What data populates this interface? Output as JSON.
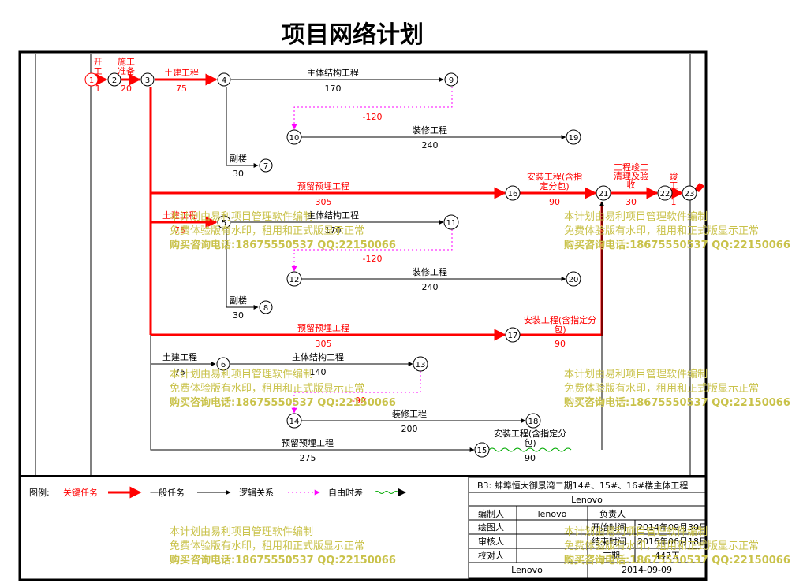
{
  "title": "项目网络计划",
  "colors": {
    "critical": "#ff0000",
    "normal": "#000000",
    "free": "#ff00ff",
    "watermark": "#c9c24a",
    "wavy": "#00aa00"
  },
  "nodes": [
    {
      "id": "n1",
      "label": "1"
    },
    {
      "id": "n2",
      "label": "2"
    },
    {
      "id": "n3",
      "label": "3"
    },
    {
      "id": "n4",
      "label": "4"
    },
    {
      "id": "n9",
      "label": "9"
    },
    {
      "id": "n10",
      "label": "10"
    },
    {
      "id": "n19",
      "label": "19"
    },
    {
      "id": "n7",
      "label": "7"
    },
    {
      "id": "n16",
      "label": "16"
    },
    {
      "id": "n21",
      "label": "21"
    },
    {
      "id": "n22",
      "label": "22"
    },
    {
      "id": "n23",
      "label": "23"
    },
    {
      "id": "n5",
      "label": "5"
    },
    {
      "id": "n11",
      "label": "11"
    },
    {
      "id": "n12",
      "label": "12"
    },
    {
      "id": "n20",
      "label": "20"
    },
    {
      "id": "n8",
      "label": "8"
    },
    {
      "id": "n17",
      "label": "17"
    },
    {
      "id": "n6",
      "label": "6"
    },
    {
      "id": "n13",
      "label": "13"
    },
    {
      "id": "n14",
      "label": "14"
    },
    {
      "id": "n18",
      "label": "18"
    },
    {
      "id": "n15",
      "label": "15"
    }
  ],
  "tasks": [
    {
      "id": "t1",
      "name": "开工",
      "duration": "1",
      "critical": true
    },
    {
      "id": "t2",
      "name": "施工准备",
      "duration": "20",
      "critical": true
    },
    {
      "id": "t3",
      "name": "土建工程",
      "duration": "75",
      "critical": true
    },
    {
      "id": "t4",
      "name": "主体结构工程",
      "duration": "170",
      "critical": false
    },
    {
      "id": "t5",
      "name": "装修工程",
      "duration": "240",
      "critical": false
    },
    {
      "id": "t6",
      "name": "副楼",
      "duration": "30",
      "critical": false
    },
    {
      "id": "t7",
      "name": "预留预埋工程",
      "duration": "305",
      "critical": true
    },
    {
      "id": "t8",
      "name": "安装工程(含指定分包)",
      "duration": "90",
      "critical": true
    },
    {
      "id": "t9",
      "name": "工程竣工清理及验收",
      "duration": "30",
      "critical": true
    },
    {
      "id": "t10",
      "name": "竣工",
      "duration": "1",
      "critical": true
    },
    {
      "id": "t11",
      "name": "土建工程",
      "duration": "75",
      "critical": true
    },
    {
      "id": "t12",
      "name": "主体结构工程",
      "duration": "170",
      "critical": false
    },
    {
      "id": "t13",
      "name": "装修工程",
      "duration": "240",
      "critical": false
    },
    {
      "id": "t14",
      "name": "副楼",
      "duration": "30",
      "critical": false
    },
    {
      "id": "t15",
      "name": "预留预埋工程",
      "duration": "305",
      "critical": true
    },
    {
      "id": "t16",
      "name": "安装工程(含指定分包)",
      "duration": "90",
      "critical": true
    },
    {
      "id": "t17",
      "name": "土建工程",
      "duration": "75",
      "critical": false
    },
    {
      "id": "t18",
      "name": "主体结构工程",
      "duration": "140",
      "critical": false
    },
    {
      "id": "t19",
      "name": "装修工程",
      "duration": "200",
      "critical": false
    },
    {
      "id": "t20",
      "name": "预留预埋工程",
      "duration": "275",
      "critical": false
    },
    {
      "id": "t21",
      "name": "安装工程(含指定分包)",
      "duration": "90",
      "critical": false
    }
  ],
  "free_floats": [
    "-120",
    "-120",
    "-90"
  ],
  "watermark": {
    "line1": "本计划由易利项目管理软件编制",
    "line2": "免费体验版有水印，租用和正式版显示正常",
    "line3": "购买咨询电话:18675550537 QQ:22150066"
  },
  "legend": {
    "label": "图例:",
    "critical": "关键任务",
    "normal": "一般任务",
    "logic": "逻辑关系",
    "free": "自由时差"
  },
  "info": {
    "project": "B3: 蚌埠恒大御景湾二期14#、15#、16#楼主体工程",
    "company": "Lenovo",
    "editor_label": "编制人",
    "editor": "lenovo",
    "owner_label": "负责人",
    "owner": "",
    "drawer_label": "绘图人",
    "drawer": "",
    "start_label": "开始时间",
    "start": "2014年09月30日",
    "reviewer_label": "审核人",
    "reviewer": "",
    "end_label": "结束时间",
    "end": "2016年06月18日",
    "checker_label": "校对人",
    "checker": "",
    "period_label": "工期",
    "period": "447天",
    "footer_company": "Lenovo",
    "footer_date": "2014-09-09"
  }
}
